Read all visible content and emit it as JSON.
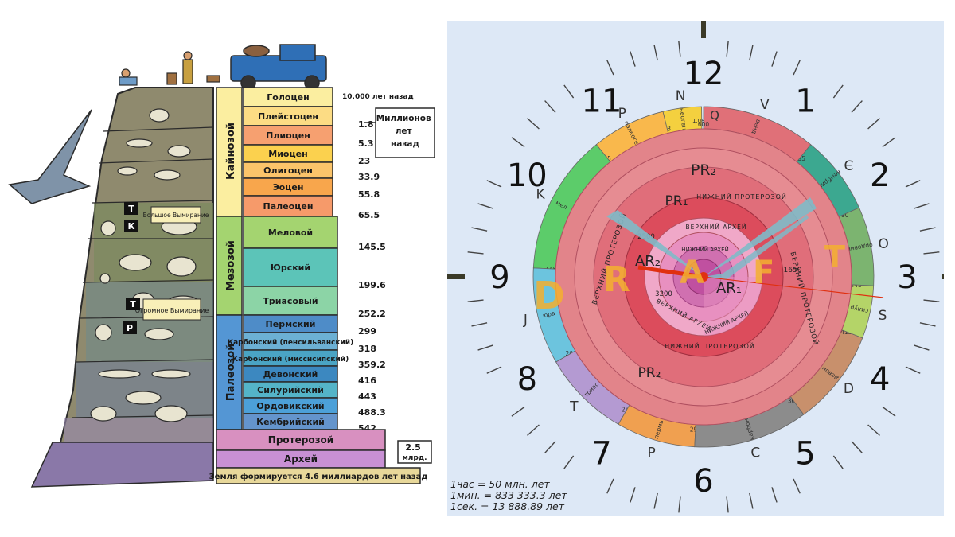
{
  "left_panel": {
    "eras_vertical": [
      "Кайнозой",
      "Мезозой",
      "Палеозой"
    ],
    "periods": [
      {
        "label": "Голоцен",
        "color": "#fbeea0",
        "age": "10,000 лет назад"
      },
      {
        "label": "Плейстоцен",
        "color": "#fcdc84",
        "age": "1.8"
      },
      {
        "label": "Плиоцен",
        "color": "#f6a070",
        "age": "5.3"
      },
      {
        "label": "Миоцен",
        "color": "#fbd14e",
        "age": "23"
      },
      {
        "label": "Олигоцен",
        "color": "#fbc46a",
        "age": "33.9"
      },
      {
        "label": "Эоцен",
        "color": "#f8a64c",
        "age": "55.8"
      },
      {
        "label": "Палеоцен",
        "color": "#f69a6a",
        "age": "65.5"
      },
      {
        "label": "Меловой",
        "color": "#a4d470",
        "age": "145.5"
      },
      {
        "label": "Юрский",
        "color": "#5cc4b8",
        "age": "199.6"
      },
      {
        "label": "Триасовый",
        "color": "#8cd4a6",
        "age": "252.2"
      },
      {
        "label": "Пермский",
        "color": "#4e8cc8",
        "age": "299"
      },
      {
        "label": "Карбонский (пенсильванский)",
        "color": "#6cb0d4",
        "age": "318"
      },
      {
        "label": "Карбонский (миссисипский)",
        "color": "#4aa4c4",
        "age": "359.2"
      },
      {
        "label": "Девонский",
        "color": "#3c88c0",
        "age": "416"
      },
      {
        "label": "Силурийский",
        "color": "#54b4c8",
        "age": "443"
      },
      {
        "label": "Ордовикский",
        "color": "#4ca0d8",
        "age": "488.3"
      },
      {
        "label": "Кембрийский",
        "color": "#6494cc",
        "age": "542"
      },
      {
        "label": "Протерозой",
        "color": "#d890c0",
        "age": "2.5 млрд."
      },
      {
        "label": "Архей",
        "color": "#c890d4",
        "age": ""
      }
    ],
    "bottom_note": "Земля формируется 4.6 миллиардов лет назад",
    "callout_millions": "Миллионов лет назад",
    "extinction_small": "Большое Вымирание",
    "extinction_big": "Огромное Вымирание",
    "fossil_tags": [
      "Т",
      "К",
      "Т",
      "Р"
    ]
  },
  "clock": {
    "hour_numbers": [
      "12",
      "1",
      "2",
      "3",
      "4",
      "5",
      "6",
      "7",
      "8",
      "9",
      "10",
      "11"
    ],
    "outer_ring": [
      {
        "symbol": "N",
        "name": "неоген",
        "start": "23",
        "end": "1.08",
        "color": "#f4d03f"
      },
      {
        "symbol": "P",
        "name": "палеоген",
        "start": "65",
        "end": "23",
        "color": "#f9b84c"
      },
      {
        "symbol": "K",
        "name": "мел",
        "start": "145",
        "end": "65",
        "color": "#5ccc6a"
      },
      {
        "symbol": "J",
        "name": "юра",
        "start": "200",
        "end": "145",
        "color": "#6cc4de"
      },
      {
        "symbol": "T",
        "name": "триас",
        "start": "250",
        "end": "200",
        "color": "#b49ad2"
      },
      {
        "symbol": "P",
        "name": "пермь",
        "start": "295",
        "end": "250",
        "color": "#f0a050"
      },
      {
        "symbol": "C",
        "name": "карбон",
        "start": "360",
        "end": "295",
        "color": "#8c8c8c"
      },
      {
        "symbol": "D",
        "name": "девон",
        "start": "415",
        "end": "360",
        "color": "#c8906c"
      },
      {
        "symbol": "S",
        "name": "силур",
        "start": "445",
        "end": "415",
        "color": "#b4d468"
      },
      {
        "symbol": "O",
        "name": "ордовик",
        "start": "490",
        "end": "445",
        "color": "#7cb470"
      },
      {
        "symbol": "Є",
        "name": "кембрий",
        "start": "535",
        "end": "490",
        "color": "#3ca890"
      },
      {
        "symbol": "V",
        "name": "венд",
        "start": "600",
        "end": "535",
        "color": "#e07078"
      }
    ],
    "q_label": "Q",
    "inner": {
      "pr2_outer": "PR₂",
      "pr2_lower": "PR₂",
      "upper_prot_left": "ВЕРХНИЙ ПРОТЕРОЗОЙ",
      "upper_prot_right": "ВЕРХНИЙ ПРОТЕРОЗОЙ",
      "pr1": "PR₁",
      "lower_prot": "НИЖНИЙ ПРОТЕРОЗОЙ",
      "ar_upper": "ВЕРХНИЙ АРХЕЙ",
      "ar_lower": "НИЖНИЙ АРХЕЙ",
      "ar2": "AR₂",
      "ar1": "AR₁",
      "ar_upper_label": "ВЕРХНИЙ АРХЕЙ",
      "ar_lower_label": "НИЖНИЙ АРХЕЙ",
      "ticks": [
        "1650",
        "2500",
        "3200"
      ]
    },
    "watermark": "DRAFT",
    "watermark_colors": [
      "#f4b030",
      "#f4b030",
      "#f4b030",
      "#f4b030",
      "#f4b030"
    ]
  },
  "notes": [
    "1час = 50 млн. лет",
    "1мин. = 833 333.3 лет",
    "1сек. = 13 888.89 лет"
  ]
}
